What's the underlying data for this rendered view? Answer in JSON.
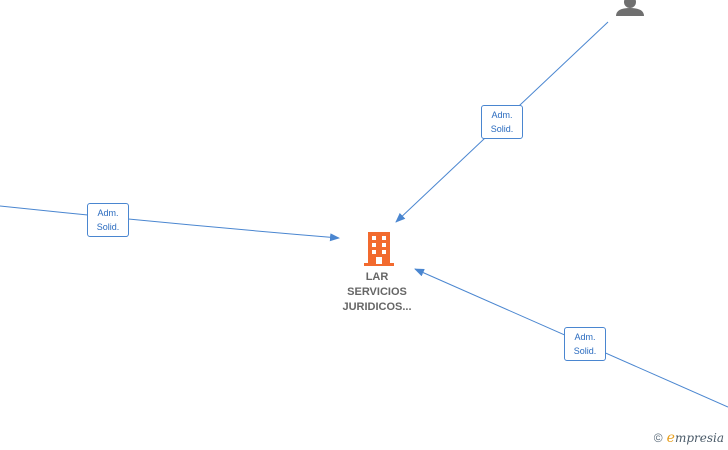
{
  "center_node": {
    "label_lines": [
      "LAR",
      "SERVICIOS",
      "JURIDICOS..."
    ],
    "icon": "building-icon",
    "color": "#f26a2e"
  },
  "top_right_node": {
    "icon": "person-icon",
    "color": "#6f6f6f"
  },
  "edges": [
    {
      "id": "edge-left",
      "label_lines": [
        "Adm.",
        "Solid."
      ]
    },
    {
      "id": "edge-top-right",
      "label_lines": [
        "Adm.",
        "Solid."
      ]
    },
    {
      "id": "edge-bottom-right",
      "label_lines": [
        "Adm.",
        "Solid."
      ]
    }
  ],
  "edge_color": "#4a86d0",
  "watermark": {
    "copyright": "©",
    "brand_first": "e",
    "brand_rest": "mpresia"
  }
}
